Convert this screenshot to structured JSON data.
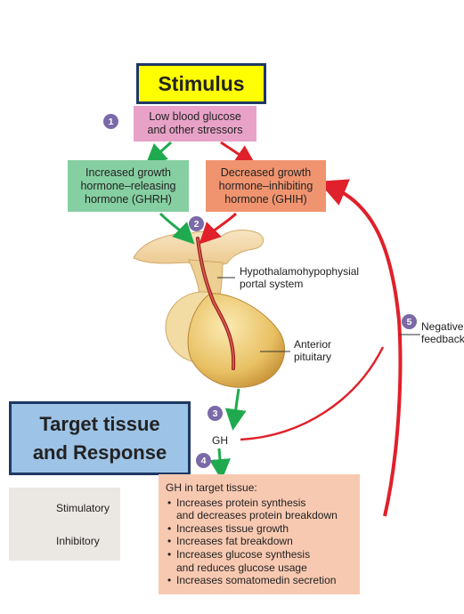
{
  "stimulus_label": "Stimulus",
  "target_label_line1": "Target tissue",
  "target_label_line2": "and Response",
  "steps": [
    "1",
    "2",
    "3",
    "4",
    "5"
  ],
  "stimulus_box": {
    "line1": "Low blood glucose",
    "line2": "and other stressors"
  },
  "ghrh_box": {
    "line1": "Increased growth",
    "line2": "hormone–releasing",
    "line3": "hormone (GHRH)"
  },
  "ghih_box": {
    "line1": "Decreased growth",
    "line2": "hormone–inhibiting",
    "line3": "hormone (GHIH)"
  },
  "portal_label": {
    "line1": "Hypothalamohypophysial",
    "line2": "portal system"
  },
  "pituitary_label": {
    "line1": "Anterior",
    "line2": "pituitary"
  },
  "gh_label": "GH",
  "feedback_label": {
    "line1": "Negative",
    "line2": "feedback"
  },
  "response_box": {
    "title": "GH in target tissue:",
    "items": [
      "Increases protein synthesis",
      "and decreases protein breakdown",
      "Increases tissue growth",
      "Increases fat breakdown",
      "Increases glucose synthesis",
      "and reduces glucose usage",
      "Increases somatomedin secretion"
    ]
  },
  "legend": {
    "stimulatory": "Stimulatory",
    "inhibitory": "Inhibitory"
  },
  "colors": {
    "stimulatory": "#1faa4f",
    "inhibitory": "#e0202a",
    "step_circle": "#7b6aa8"
  }
}
